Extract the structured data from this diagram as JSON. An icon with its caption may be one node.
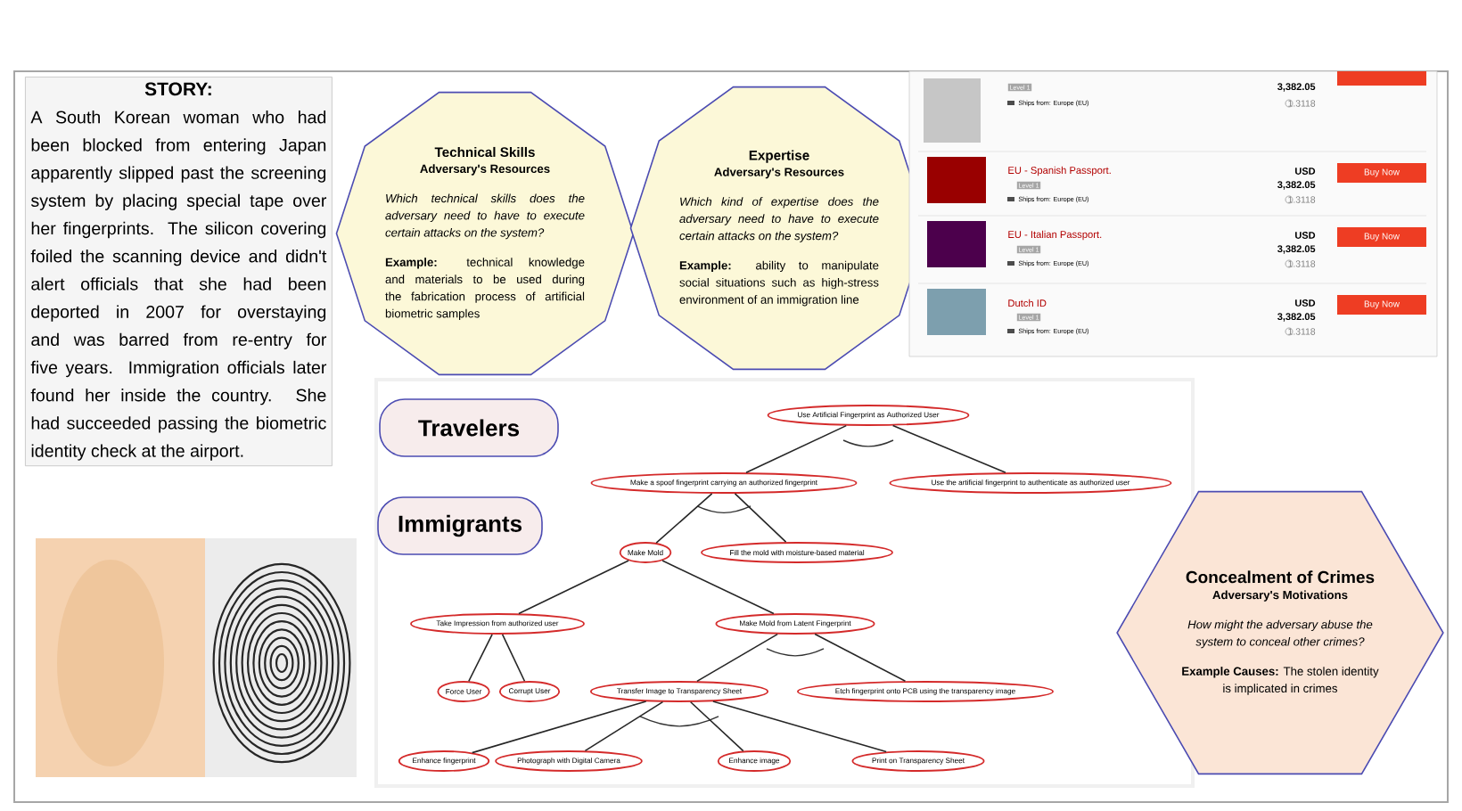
{
  "diagram": {
    "nodes": [
      {
        "text": [
          "STORY:",
          "A South Korean woman who had been blocked from entering Japan apparently slipped past the screening system by placing special tape over her fingerprints. The silicon covering foiled the scanning device and didn't alert officials that she had been deported in 2007 for overstaying and was barred from re-entry for five years. Immigration officials later found her inside the country. She had succeeded passing the biometric identity check at the airport."
        ]
      },
      {
        "text": [
          "Technical Skills",
          "Adversary's Resources",
          "Which technical skills does the adversary need to have to execute certain attacks on the system?",
          "**Example:** technical knowledge and materials to be used during the fabrication process of artificial biometric samples"
        ]
      },
      {
        "text": [
          "Expertise",
          "Adversary's Resources",
          "Which kind of expertise does the adversary need to have to execute certain attacks on the system?",
          "**Example:** ability to manipulate social situations such as high-stress environment of an immigration line"
        ]
      },
      {
        "text": [
          "Travelers"
        ]
      },
      {
        "text": [
          "Immigrants"
        ]
      },
      {
        "text": [
          "Use Artificial Fingerprint as Authorized User"
        ]
      },
      {
        "text": [
          "Make a spoof fingerprint carrying an authorized fingerprint"
        ]
      },
      {
        "text": [
          "Use the artificial fingerprint to authenticate as authorized user"
        ]
      },
      {
        "text": [
          "Make Mold"
        ]
      },
      {
        "text": [
          "Fill the mold with moisture-based material"
        ]
      },
      {
        "text": [
          "Take Impression from authorized user"
        ]
      },
      {
        "text": [
          "Make Mold from Latent Fingerprint"
        ]
      },
      {
        "text": [
          "Force User"
        ]
      },
      {
        "text": [
          "Corrupt User"
        ]
      },
      {
        "text": [
          "Transfer Image to Transparency Sheet"
        ]
      },
      {
        "text": [
          "Etch fingerprint onto PCB using the transparency image"
        ]
      },
      {
        "text": [
          "Enhance fingerprint"
        ]
      },
      {
        "text": [
          "Photograph with Digital Camera"
        ]
      },
      {
        "text": [
          "Enhance image"
        ]
      },
      {
        "text": [
          "Print on Transparency Sheet"
        ]
      },
      {
        "text": [
          "Concealment of Crimes",
          "Adversary's Motivations",
          "How might the adversary abuse the system to conceal other crimes?",
          "**Example Causes:** The stolen identity is implicated in crimes"
        ]
      }
    ],
    "edges": [
      {
        "from": 5,
        "to": 6,
        "arrow": "none"
      },
      {
        "from": 5,
        "to": 7,
        "arrow": "none"
      },
      {
        "from": 6,
        "to": 8,
        "arrow": "none"
      },
      {
        "from": 6,
        "to": 9,
        "arrow": "none"
      },
      {
        "from": 8,
        "to": 10,
        "arrow": "none"
      },
      {
        "from": 8,
        "to": 11,
        "arrow": "none"
      },
      {
        "from": 10,
        "to": 12,
        "arrow": "none"
      },
      {
        "from": 10,
        "to": 13,
        "arrow": "none"
      },
      {
        "from": 11,
        "to": 14,
        "arrow": "none"
      },
      {
        "from": 11,
        "to": 15,
        "arrow": "none"
      },
      {
        "from": 14,
        "to": 16,
        "arrow": "none"
      },
      {
        "from": 14,
        "to": 17,
        "arrow": "none"
      },
      {
        "from": 14,
        "to": 18,
        "arrow": "none"
      },
      {
        "from": 14,
        "to": 19,
        "arrow": "none"
      }
    ],
    "labels": [
      "Level 1",
      "Ships from: Europe (EU)",
      "3,382.05",
      "1.3118",
      "EU - Spanish Passport.",
      "Level 1",
      "Ships from: Europe (EU)",
      "USD",
      "3,382.05",
      "1.3118",
      "Buy Now",
      "EU - Italian Passport.",
      "Level 1",
      "Ships from: Europe (EU)",
      "USD",
      "3,382.05",
      "1.3118",
      "Buy Now",
      "Dutch ID",
      "Level 1",
      "Ships from: Europe (EU)",
      "USD",
      "3,382.05",
      "1.3118",
      "Buy Now"
    ]
  }
}
